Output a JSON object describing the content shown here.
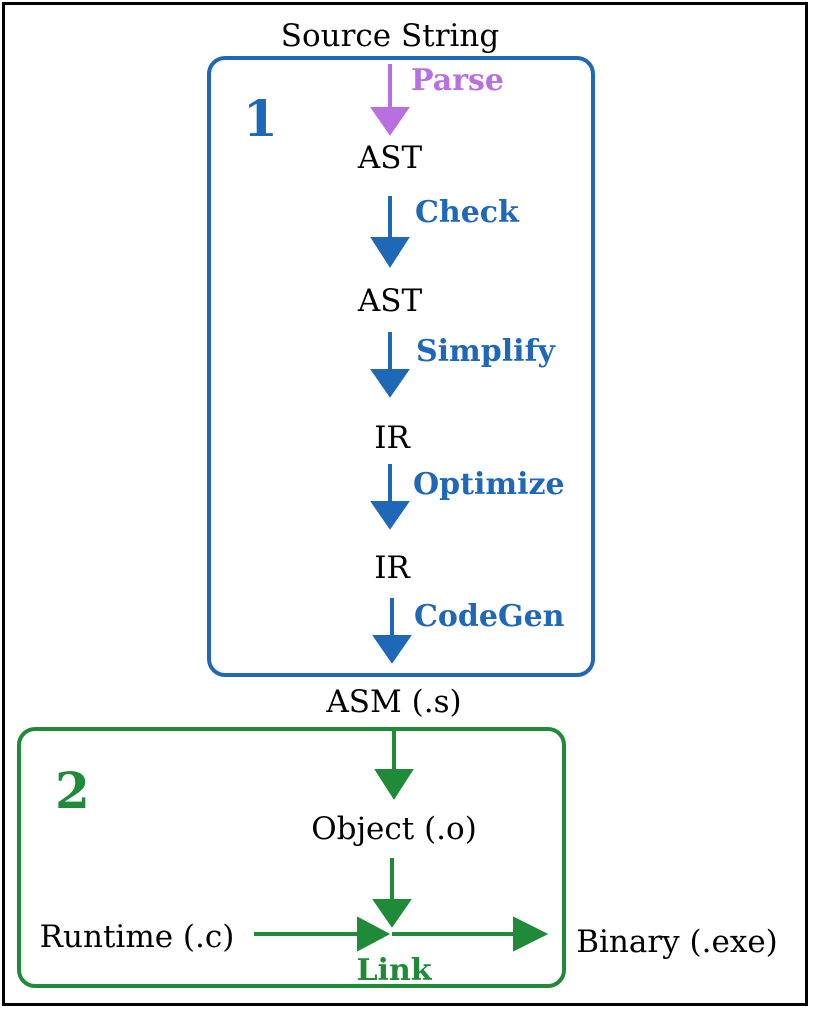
{
  "colors": {
    "parse": "#b86fe0",
    "stage1": "#1f68b8",
    "stage2": "#1f8a37",
    "text": "#000000"
  },
  "nodes": {
    "source": "Source String",
    "ast1": "AST",
    "ast2": "AST",
    "ir1": "IR",
    "ir2": "IR",
    "asm": "ASM (.s)",
    "object": "Object (.o)",
    "runtime": "Runtime (.c)",
    "binary": "Binary (.exe)"
  },
  "steps": {
    "parse": "Parse",
    "check": "Check",
    "simplify": "Simplify",
    "optimize": "Optimize",
    "codegen": "CodeGen",
    "link": "Link"
  },
  "stages": {
    "stage1": "1",
    "stage2": "2"
  }
}
